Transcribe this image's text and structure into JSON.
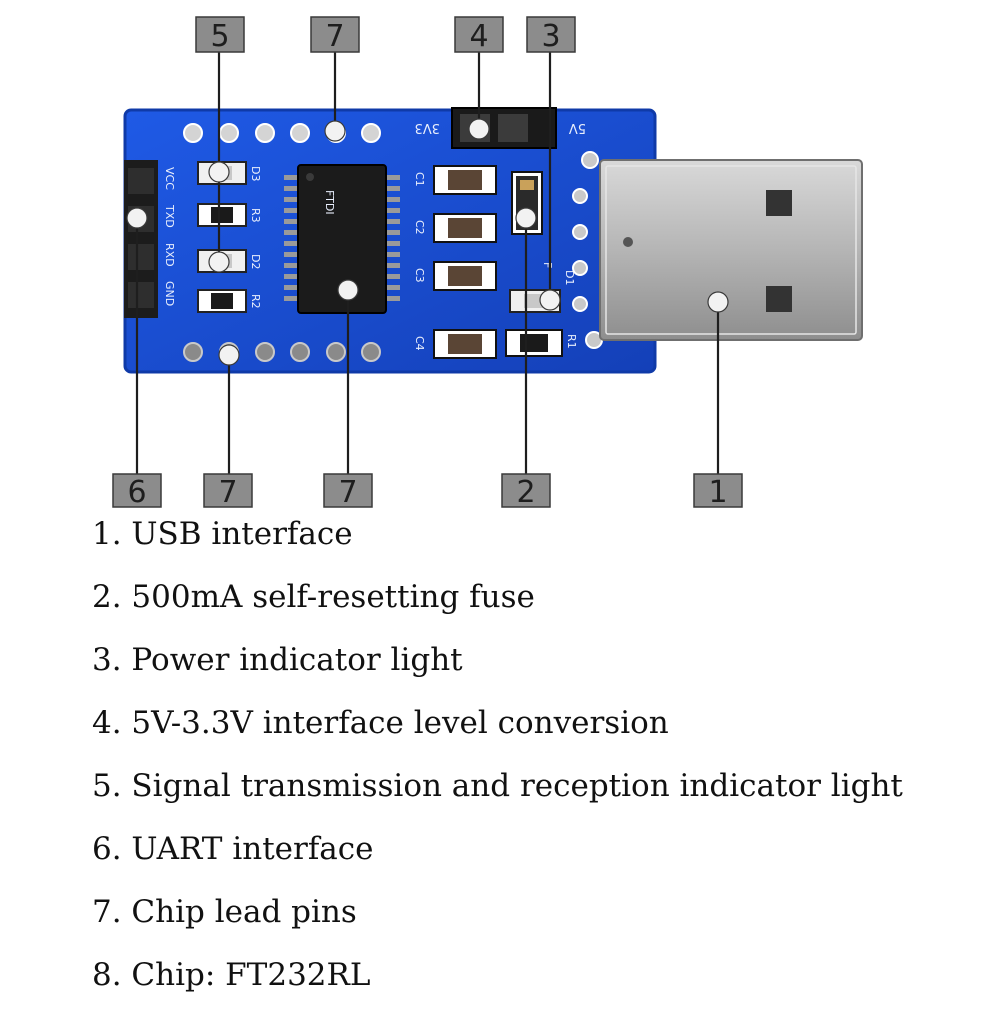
{
  "callouts": {
    "top": [
      "5",
      "7",
      "4",
      "3"
    ],
    "bottom": [
      "6",
      "7",
      "7",
      "2",
      "1"
    ]
  },
  "silkscreen": {
    "pin_labels": [
      "VCC",
      "TXD",
      "RXD",
      "GND"
    ],
    "jumper_3v3": "3V3",
    "jumper_5v": "5V",
    "led_labels": [
      "D3",
      "D2",
      "D1"
    ],
    "resistor_labels": [
      "R3",
      "R2",
      "R1"
    ],
    "capacitor_labels": [
      "C1",
      "C2",
      "C3",
      "C4"
    ],
    "fuse_label": "F",
    "chip_marking": "FTDI"
  },
  "legend": [
    "1. USB interface",
    "2. 500mA self-resetting fuse",
    "3. Power indicator light",
    "4. 5V-3.3V interface level conversion",
    "5. Signal transmission and reception indicator light",
    "6. UART interface",
    "7. Chip lead pins",
    "8. Chip: FT232RL"
  ],
  "colors": {
    "pcb": "#1a4fd6",
    "pcb_edge": "#0f3aa8",
    "callout_box": "#8c8c8c"
  }
}
